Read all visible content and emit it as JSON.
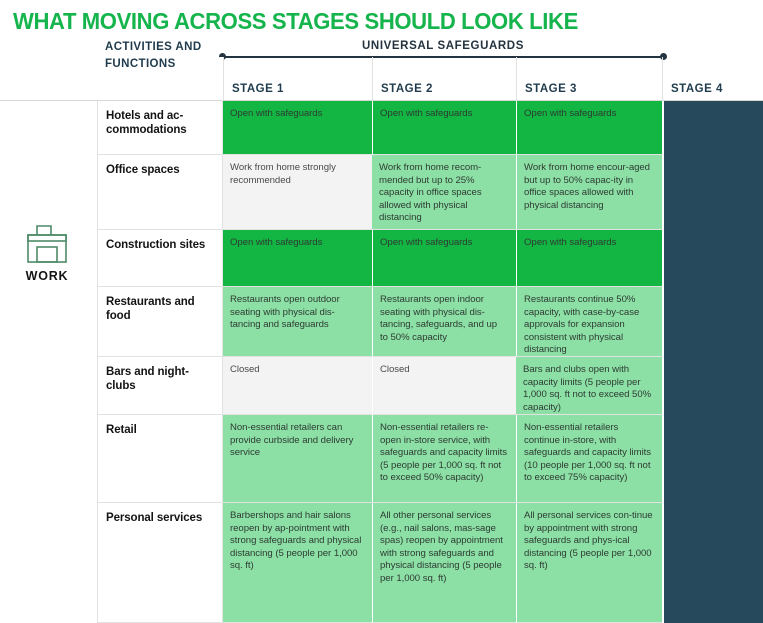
{
  "title": "WHAT MOVING ACROSS STAGES SHOULD LOOK LIKE",
  "bracket": {
    "label": "UNIVERSAL SAFEGUARDS"
  },
  "sidebar": {
    "category_label": "WORK",
    "icon": "storefront-building-icon"
  },
  "colors": {
    "title_green": "#15b44c",
    "full_open_green": "#13b543",
    "partial_green": "#8ce0a5",
    "closed_grey": "#f3f3f3",
    "stage4_teal": "#264a5b",
    "header_navy": "#1f3b4d"
  },
  "table": {
    "headers": {
      "activities": "ACTIVITIES AND FUNCTIONS",
      "activities_line1": "ACTIVITIES AND",
      "activities_line2": "FUNCTIONS",
      "stage1": "STAGE 1",
      "stage2": "STAGE 2",
      "stage3": "STAGE 3",
      "stage4": "STAGE 4"
    },
    "rows": [
      {
        "activity": "Hotels and ac-commodations",
        "stage1": {
          "text": "Open with safeguards",
          "fill": "f-green"
        },
        "stage2": {
          "text": "Open with safeguards",
          "fill": "f-green"
        },
        "stage3": {
          "text": "Open with safeguards",
          "fill": "f-green"
        },
        "stage4": {
          "text": "",
          "fill": "f-teal"
        }
      },
      {
        "activity": "Office spaces",
        "stage1": {
          "text": "Work from home strongly recommended",
          "fill": "f-grey"
        },
        "stage2": {
          "text": "Work from home recom-mended but up to 25% capacity in office spaces allowed with physical distancing",
          "fill": "f-lgreen"
        },
        "stage3": {
          "text": "Work from home encour-aged but up to 50% capac-ity in office spaces allowed with physical distancing",
          "fill": "f-lgreen"
        },
        "stage4": {
          "text": "",
          "fill": "f-teal"
        }
      },
      {
        "activity": "Construction sites",
        "stage1": {
          "text": "Open with safeguards",
          "fill": "f-green"
        },
        "stage2": {
          "text": "Open with safeguards",
          "fill": "f-green"
        },
        "stage3": {
          "text": "Open with safeguards",
          "fill": "f-green"
        },
        "stage4": {
          "text": "",
          "fill": "f-teal"
        }
      },
      {
        "activity": "Restaurants and food",
        "stage1": {
          "text": "Restaurants open outdoor seating with physical dis-tancing and safeguards",
          "fill": "f-lgreen"
        },
        "stage2": {
          "text": "Restaurants open indoor seating with physical dis-tancing, safeguards, and up to 50% capacity",
          "fill": "f-lgreen"
        },
        "stage3": {
          "text": "Restaurants continue 50% capacity, with case-by-case approvals for expansion consistent with physical distancing",
          "fill": "f-lgreen"
        },
        "stage4": {
          "text": "",
          "fill": "f-teal"
        }
      },
      {
        "activity": "Bars and night-clubs",
        "stage1": {
          "text": "Closed",
          "fill": "f-grey"
        },
        "stage2": {
          "text": "Closed",
          "fill": "f-grey"
        },
        "stage3": {
          "text": "Bars and clubs open with capacity limits (5 people per 1,000 sq. ft not to exceed 50% capacity)",
          "fill": "f-lgreen"
        },
        "stage4": {
          "text": "",
          "fill": "f-teal"
        }
      },
      {
        "activity": "Retail",
        "stage1": {
          "text": "Non-essential retailers can provide curbside and delivery service",
          "fill": "f-lgreen"
        },
        "stage2": {
          "text": "Non-essential retailers re-open in-store service, with safeguards and capacity limits (5 people per 1,000 sq. ft not to exceed 50% capacity)",
          "fill": "f-lgreen"
        },
        "stage3": {
          "text": "Non-essential retailers continue in-store, with safeguards and capacity limits (10 people per 1,000 sq. ft not to exceed 75% capacity)",
          "fill": "f-lgreen"
        },
        "stage4": {
          "text": "",
          "fill": "f-teal"
        }
      },
      {
        "activity": "Personal services",
        "stage1": {
          "text": "Barbershops and hair salons reopen by ap-pointment with strong safeguards and physical distancing (5 people per 1,000 sq. ft)",
          "fill": "f-lgreen"
        },
        "stage2": {
          "text": "All other personal services (e.g., nail salons, mas-sage spas) reopen by appointment with strong safeguards and physical distancing (5 people per 1,000 sq. ft)",
          "fill": "f-lgreen"
        },
        "stage3": {
          "text": "All personal services con-tinue by appointment with strong safeguards and phys-ical distancing (5 people per 1,000 sq. ft)",
          "fill": "f-lgreen"
        },
        "stage4": {
          "text": "",
          "fill": "f-teal"
        }
      }
    ]
  }
}
